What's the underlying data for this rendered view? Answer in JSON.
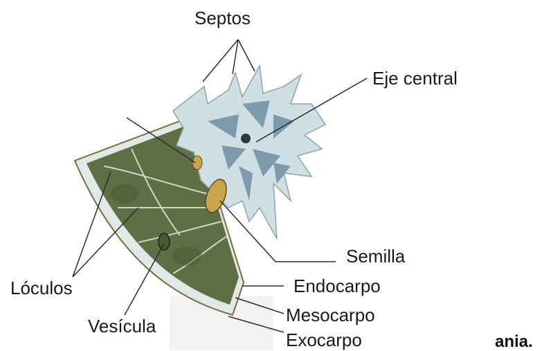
{
  "diagram": {
    "labels": {
      "septos": "Septos",
      "eje_central": "Eje central",
      "semilla": "Semilla",
      "loculos": "Lóculos",
      "endocarpo": "Endocarpo",
      "mesocarpo": "Mesocarpo",
      "exocarpo": "Exocarpo",
      "vesicula": "Vesícula"
    },
    "cropped_text": "ania.",
    "colors": {
      "segment": "#5f6e45",
      "segment_dark": "#4a5834",
      "rind": "#dfe9e6",
      "rind_edge": "#7d6a3f",
      "axis": "#cfe0e4",
      "axis_shadow": "#6f8fa3",
      "seed": "#c9a64a",
      "leader_line": "#2b2b2b"
    }
  }
}
